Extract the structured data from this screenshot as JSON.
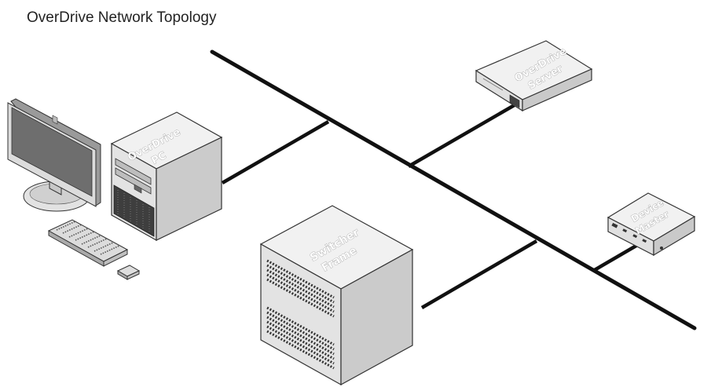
{
  "title": "OverDrive Network Topology",
  "devices": {
    "pc": {
      "line1": "OverDrive",
      "line2": "PC"
    },
    "server": {
      "line1": "OverDrive",
      "line2": "Server"
    },
    "device_master": {
      "line1": "Device",
      "line2": "Master"
    },
    "switcher": {
      "line1": "Switcher",
      "line2": "Frame"
    }
  },
  "colors": {
    "line": "#111111",
    "device_face": "#e6e6e6",
    "device_side": "#c9c9c9",
    "device_top": "#f1f1f1",
    "outline": "#333333"
  },
  "icons": [
    "monitor-icon",
    "keyboard-icon",
    "mouse-icon",
    "pc-tower-icon",
    "server-icon",
    "device-master-icon",
    "switcher-frame-icon"
  ]
}
